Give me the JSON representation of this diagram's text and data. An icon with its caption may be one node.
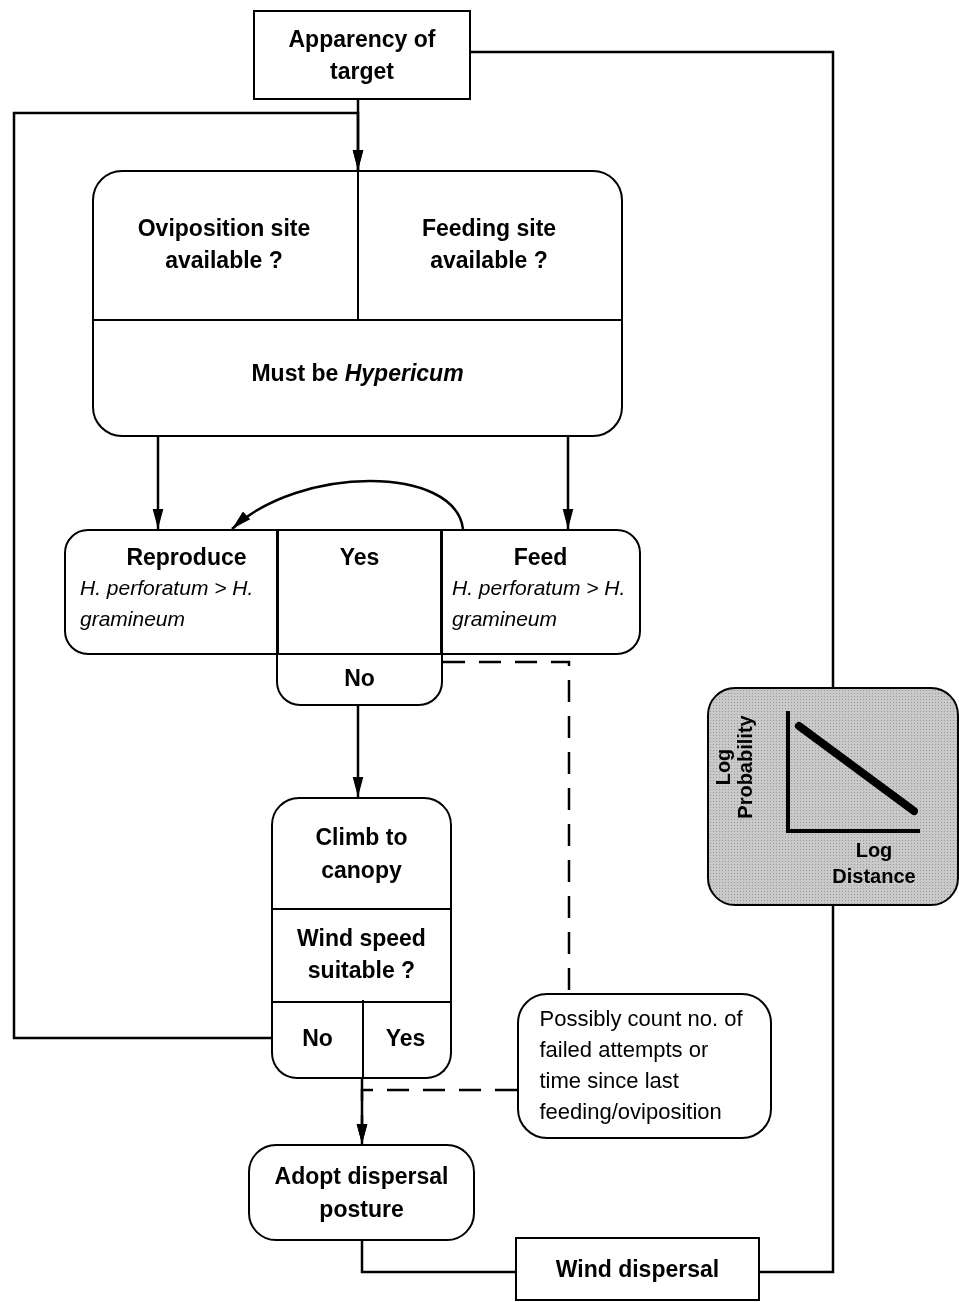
{
  "diagram": {
    "nodes": [
      {
        "text": [
          "Apparency of target"
        ]
      },
      {
        "text": [
          "Must be *Hypericum*"
        ]
      },
      {
        "text": [
          "Oviposition site available ?"
        ],
        "in": 1
      },
      {
        "text": [
          "Feeding site available ?"
        ],
        "in": 1
      },
      {
        "text": [
          "Reproduce",
          "H. perforatum > H. gramineum"
        ]
      },
      {
        "text": [
          "Yes"
        ]
      },
      {
        "text": [
          "No"
        ]
      },
      {
        "text": [
          "Feed",
          "H. perforatum > H. gramineum"
        ]
      },
      {
        "text": [
          "Climb to canopy"
        ]
      },
      {
        "text": [
          "Wind speed suitable ?"
        ]
      },
      {
        "text": [
          "No"
        ]
      },
      {
        "text": [
          "Yes"
        ]
      },
      {
        "text": [
          "Possibly count no. of failed attempts or time since last feeding/oviposition"
        ]
      },
      {
        "text": [
          "Adopt dispersal posture"
        ]
      },
      {
        "text": [
          "Wind dispersal"
        ]
      },
      {
        "text": [
          "Log Probability",
          "Log Distance"
        ]
      }
    ],
    "edges": [
      {
        "from": 0,
        "to": 1,
        "arrow": "to"
      },
      {
        "from": 10,
        "to": 1,
        "arrow": "to"
      },
      {
        "from": 1,
        "to": 4,
        "arrow": "to"
      },
      {
        "from": 1,
        "to": 7,
        "arrow": "to"
      },
      {
        "from": 7,
        "to": 4,
        "arrow": "to"
      },
      {
        "from": 6,
        "to": 8,
        "arrow": "to"
      },
      {
        "from": 11,
        "to": 13,
        "arrow": "to"
      },
      {
        "from": 6,
        "to": 12,
        "arrow": "none",
        "style": "dashed"
      },
      {
        "from": 12,
        "to": 13,
        "arrow": "to",
        "style": "dashed"
      },
      {
        "from": 13,
        "to": 14,
        "arrow": "none"
      },
      {
        "from": 14,
        "to": 15,
        "arrow": "none"
      },
      {
        "from": 15,
        "to": 0,
        "arrow": "none"
      }
    ]
  }
}
